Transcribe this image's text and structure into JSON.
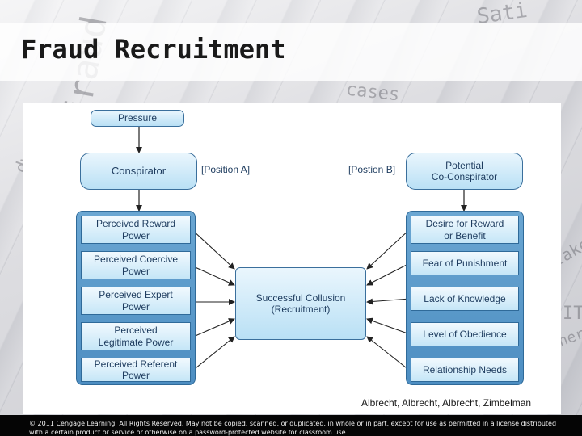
{
  "title": "Fraud Recruitment",
  "background_words": [
    "fraud",
    "Sati",
    "cases",
    "dwork",
    "IT",
    "countr",
    "take",
    "heral"
  ],
  "diagram": {
    "pressure": "Pressure",
    "conspirator": "Conspirator",
    "position_a": "[Position A]",
    "position_b": "[Postion B]",
    "co_conspirator": "Potential\nCo-Conspirator",
    "center": "Successful Collusion\n(Recruitment)",
    "left_factors": [
      "Perceived Reward\nPower",
      "Perceived Coercive\nPower",
      "Perceived Expert\nPower",
      "Perceived\nLegitimate Power",
      "Perceived Referent\nPower"
    ],
    "right_factors": [
      "Desire for Reward\nor Benefit",
      "Fear of Punishment",
      "Lack of Knowledge",
      "Level of Obedience",
      "Relationship Needs"
    ]
  },
  "citation": "Albrecht, Albrecht, Albrecht, Zimbelman",
  "copyright": "© 2011 Cengage Learning. All Rights Reserved. May not be copied, scanned, or duplicated, in whole or in part, except for use as permitted in a license distributed with a certain product or service or otherwise on a password-protected website for classroom use.",
  "colors": {
    "box_fill_top": "#eaf6fd",
    "box_fill_bottom": "#b9e0f5",
    "group_frame": "#4d8ec2",
    "text": "#1d3b5e"
  }
}
